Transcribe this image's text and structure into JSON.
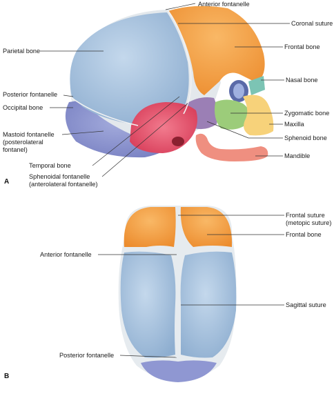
{
  "panel_a": {
    "letter": "A",
    "labels": {
      "anterior_fontanelle": "Anterior fontanelle",
      "coronal_suture": "Coronal suture",
      "frontal_bone": "Frontal bone",
      "parietal_bone": "Parietal bone",
      "nasal_bone": "Nasal bone",
      "posterior_fontanelle": "Posterior fontanelle",
      "occipital_bone": "Occipital bone",
      "zygomatic_bone": "Zygomatic bone",
      "maxilla": "Maxilla",
      "mastoid_fontanelle": [
        "Mastoid fontanelle",
        "(posterolateral",
        "fontanel)"
      ],
      "sphenoid_bone": "Sphenoid bone",
      "mandible": "Mandible",
      "temporal_bone": "Temporal bone",
      "sphenoidal_fontanelle": [
        "Sphenoidal fontanelle",
        "(anterolateral fontanelle)"
      ]
    }
  },
  "panel_b": {
    "letter": "B",
    "labels": {
      "frontal_suture": [
        "Frontal suture",
        "(metopic suture)"
      ],
      "frontal_bone": "Frontal bone",
      "anterior_fontanelle": "Anterior fontanelle",
      "sagittal_suture": "Sagittal suture",
      "posterior_fontanelle": "Posterior fontanelle"
    }
  },
  "colors": {
    "parietal": "#a9c4de",
    "frontal": "#f4a24a",
    "occipital": "#8f97d2",
    "temporal": "#e8566e",
    "sphenoid": "#9b7fb5",
    "zygomatic": "#9ccc7a",
    "maxilla": "#f7d27a",
    "mandible": "#ef8f80",
    "nasal": "#7cc4b4",
    "fontanelle": "#e9edf0"
  }
}
